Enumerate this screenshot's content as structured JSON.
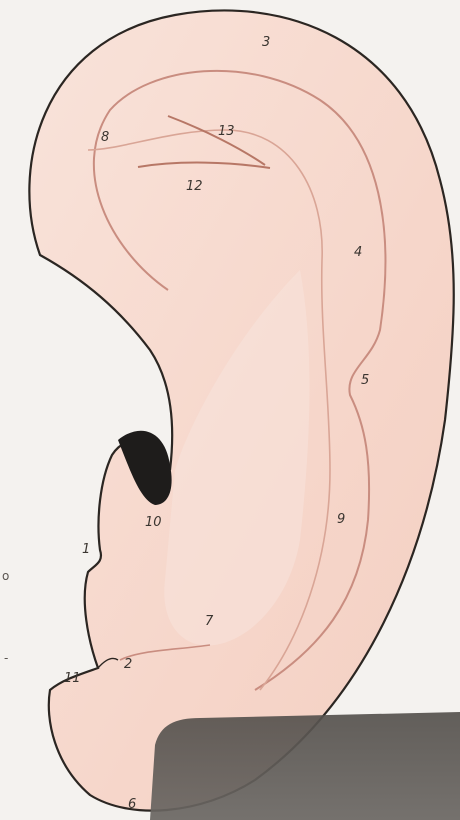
{
  "diagram": {
    "labels": {
      "l1": "1",
      "l2": "2",
      "l3": "3",
      "l4": "4",
      "l5": "5",
      "l6": "6",
      "l7": "7",
      "l8": "8",
      "l9": "9",
      "l10": "10",
      "l11": "11",
      "l12": "12",
      "l13": "13"
    },
    "margin_marks": {
      "m1": "o",
      "m2": "-"
    },
    "colors": {
      "paper": "#f4f2ef",
      "skin": "#f6d8cd",
      "skin_light": "#f9e6de",
      "outline": "#2b2622",
      "crease": "#c98d80",
      "dark_spot": "#1e1c1b",
      "shadow": "#5d5955"
    }
  }
}
